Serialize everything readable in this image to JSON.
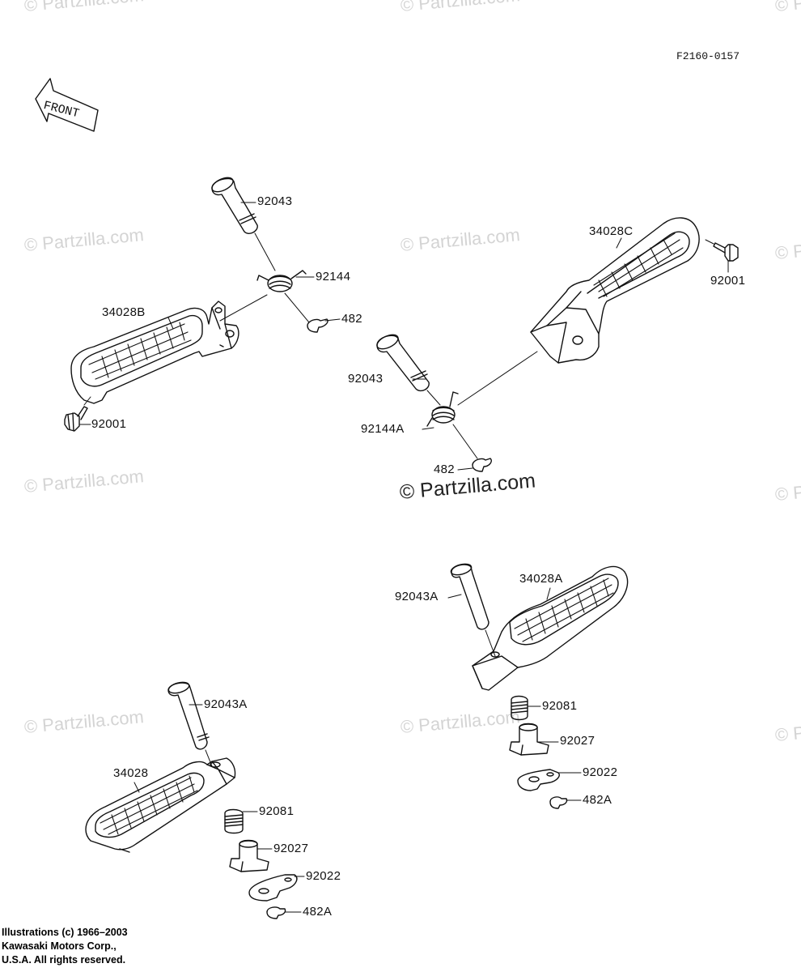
{
  "diagram": {
    "code": "F2160-0157",
    "front_label": "FRONT",
    "watermark": "© Partzilla.com",
    "copyright": [
      "Illustrations (c) 1966–2003",
      "Kawasaki Motors Corp.,",
      "U.S.A.  All rights reserved."
    ],
    "callouts": {
      "top_left_pin": "92043",
      "top_left_spring": "92144",
      "top_left_clip": "482",
      "top_left_peg": "34028B",
      "top_left_bolt": "92001",
      "top_right_peg": "34028C",
      "top_right_bolt": "92001",
      "top_right_pin": "92043",
      "top_right_spring": "92144A",
      "top_right_clip": "482",
      "bottom_right_pin": "92043A",
      "bottom_right_peg": "34028A",
      "bottom_right_spring": "92081",
      "bottom_right_stopper": "92027",
      "bottom_right_washer": "92022",
      "bottom_right_clip": "482A",
      "bottom_left_pin": "92043A",
      "bottom_left_peg": "34028",
      "bottom_left_spring": "92081",
      "bottom_left_stopper": "92027",
      "bottom_left_washer": "92022",
      "bottom_left_clip": "482A"
    }
  }
}
